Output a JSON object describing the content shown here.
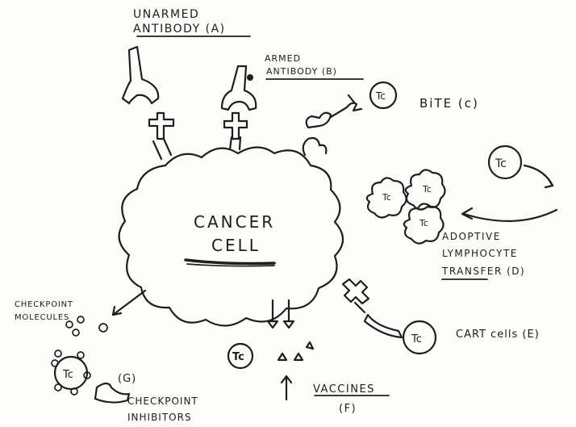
{
  "labels": {
    "unarmed_line1": "UNARMED",
    "unarmed_line2": "ANTIBODY (A)",
    "armed_line1": "ARMED",
    "armed_line2": "ANTIBODY (B)",
    "bite": "BiTE (c)",
    "adoptive_line1": "ADOPTIVE",
    "adoptive_line2": "LYMPHOCYTE",
    "adoptive_line3": "TRANSFER (D)",
    "cancer_line1": "CANCER",
    "cancer_line2": "CELL",
    "checkpoint_molecules_line1": "CHECKPOINT",
    "checkpoint_molecules_line2": "MOLECULES",
    "checkpoint_inhibitors_line1": "CHECKPOINT",
    "checkpoint_inhibitors_line2": "INHIBITORS",
    "g_label": "(G)",
    "vaccines_line1": "VACCINES",
    "vaccines_line2": "(F)",
    "cart": "CART cells (E)",
    "tc": "Tc"
  }
}
